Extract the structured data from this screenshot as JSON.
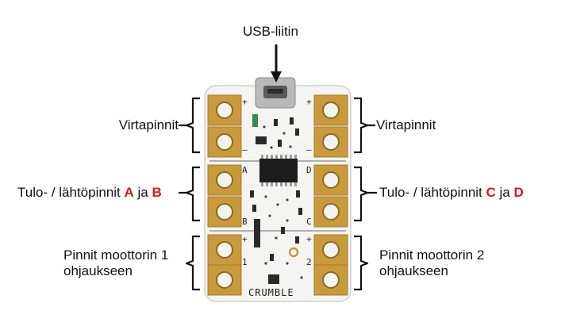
{
  "labels": {
    "usb": "USB-liitin",
    "power_left": "Virtapinnit",
    "power_right": "Virtapinnit",
    "io_left_prefix": "Tulo- / lähtöpinnit",
    "io_left_a": "A",
    "io_left_join": "ja",
    "io_left_b": "B",
    "io_right_prefix": "Tulo- / lähtöpinnit",
    "io_right_c": "C",
    "io_right_join": "ja",
    "io_right_d": "D",
    "motor1_line1": "Pinnit moottorin 1",
    "motor1_line2": "ohjaukseen",
    "motor2_line1": "Pinnit moottorin 2",
    "motor2_line2": "ohjaukseen"
  },
  "board": {
    "name": "CRUMBLE",
    "pads_left": [
      "+",
      "–",
      "A",
      "B",
      "+",
      "1"
    ],
    "pads_right": [
      "+",
      "–",
      "D",
      "C",
      "+",
      "2"
    ]
  },
  "colors": {
    "pad_gold": "#c89a3c",
    "board_white": "#f4f4f2",
    "highlight_red": "#e0141e"
  }
}
